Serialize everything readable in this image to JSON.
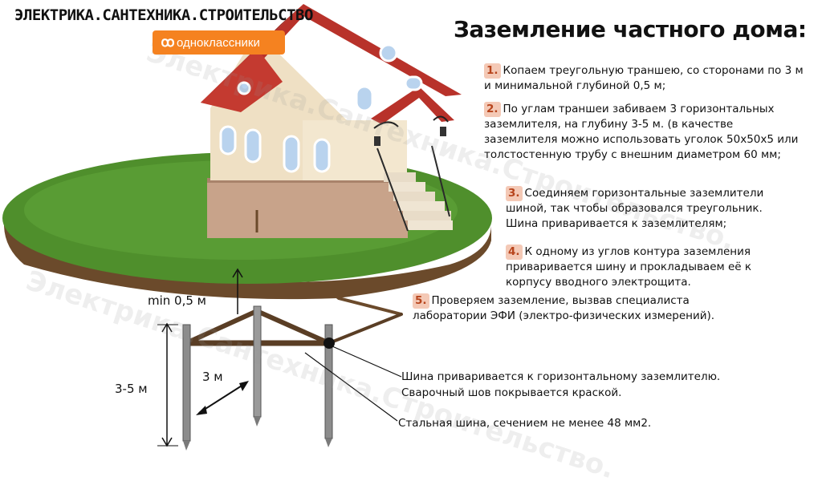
{
  "brand": "ЭЛЕКТРИКА.САНТЕХНИКА.СТРОИТЕЛЬСТВО",
  "social": {
    "label": "одноклассники",
    "icon": "odnoklassniki-icon"
  },
  "title": "Заземление частного дома:",
  "steps": [
    {
      "num": "1.",
      "text": "Копаем треугольную траншею, со сторонами по 3 м и минимальной глубиной 0,5 м;"
    },
    {
      "num": "2.",
      "text": "По углам траншеи забиваем 3 горизонтальных заземлителя, на глубину 3-5 м. (в качестве заземлителя можно использовать уголок 50х50х5 или толстостенную трубу с внешним диаметром 60 мм;"
    },
    {
      "num": "3.",
      "text": "Соединяем горизонтальные заземлители шиной, так чтобы образовался треугольник. Шина приваривается к заземлителям;"
    },
    {
      "num": "4.",
      "text": "К одному из углов контура заземления приваривается шину и прокладываем её к корпусу вводного электрощита."
    },
    {
      "num": "5.",
      "text": "Проверяем заземление, вызвав специалиста лаборатории ЭФИ (электро-физических измерений)."
    }
  ],
  "labels": {
    "depth": "min 0,5 м",
    "rod_length": "3-5 м",
    "side": "3 м"
  },
  "notes": {
    "weld_line1": "Шина приваривается к горизонтальному заземлителю.",
    "weld_line2": "Сварочный шов покрывается краской.",
    "bus": "Стальная шина, сечением не менее 48 мм2."
  },
  "watermark": "Электрика.Сантехника.Строительство.",
  "colors": {
    "accent": "#f58220",
    "roof": "#b8322a",
    "grass": "#4f8f2c",
    "soil": "#6b4a2b",
    "wall": "#efe0c4",
    "number_bg": "#f4c9b6",
    "number_text": "#b7441c"
  }
}
